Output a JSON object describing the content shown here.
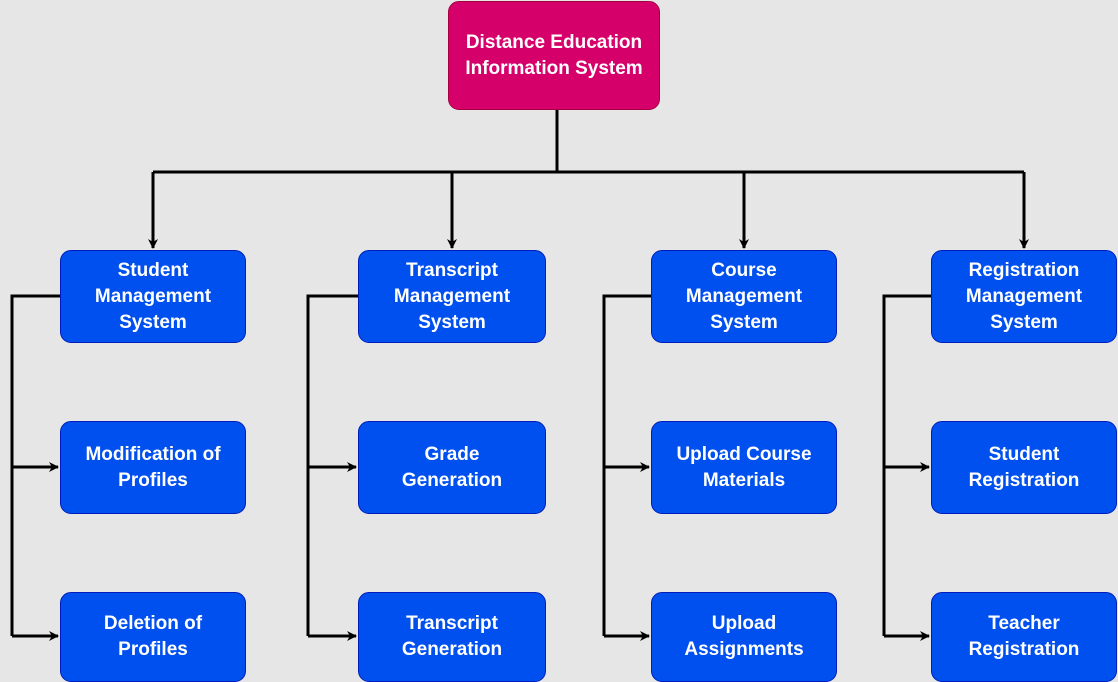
{
  "root": {
    "label": "Distance Education\nInformation System",
    "fill": "#d6006b",
    "stroke": "#a50040"
  },
  "systems": [
    {
      "label": "Student\nManagement\nSystem",
      "children": [
        "Modification of\nProfiles",
        "Deletion of\nProfiles"
      ]
    },
    {
      "label": "Transcript\nManagement\nSystem",
      "children": [
        "Grade\nGeneration",
        "Transcript\nGeneration"
      ]
    },
    {
      "label": "Course\nManagement\nSystem",
      "children": [
        "Upload Course\nMaterials",
        "Upload\nAssignments"
      ]
    },
    {
      "label": "Registration\nManagement\nSystem",
      "children": [
        "Student\nRegistration",
        "Teacher\nRegistration"
      ]
    }
  ],
  "colors": {
    "node_fill": "#0050ef",
    "node_stroke": "#001dbc",
    "connector": "#000000",
    "background": "#e6e6e6"
  }
}
